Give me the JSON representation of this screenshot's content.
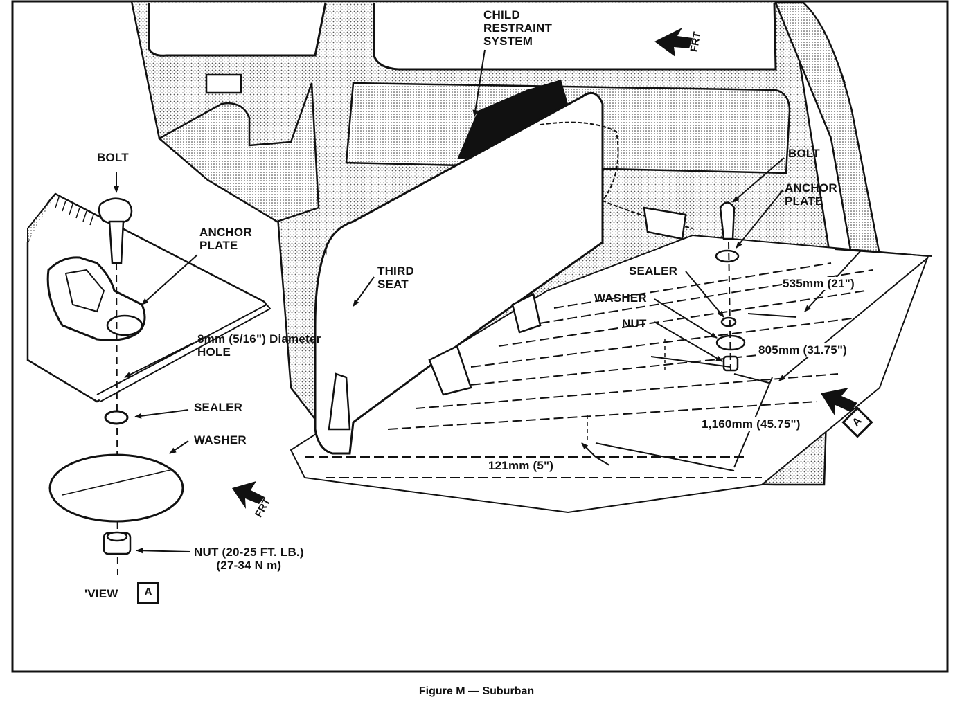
{
  "figure": {
    "caption": "Figure M — Suburban",
    "frt_label": "FRT",
    "view_marker": "A"
  },
  "labels": {
    "child_restraint": "CHILD\nRESTRAINT\nSYSTEM",
    "bolt_left": "BOLT",
    "anchor_plate_left": "ANCHOR\nPLATE",
    "hole": "8mm (5/16\") Diameter\nHOLE",
    "sealer_left": "SEALER",
    "washer_left": "WASHER",
    "nut_left": "NUT (20-25 FT. LB.)\n(27-34 N m)",
    "view": "'VIEW",
    "third_seat": "THIRD\nSEAT",
    "bolt_right": "BOLT",
    "anchor_plate_right": "ANCHOR\nPLATE",
    "sealer_right": "SEALER",
    "washer_right": "WASHER",
    "nut_right": "NUT",
    "dim_535": "535mm (21\")",
    "dim_805": "805mm (31.75\")",
    "dim_1160": "1,160mm (45.75\")",
    "dim_121": "121mm (5\")"
  }
}
